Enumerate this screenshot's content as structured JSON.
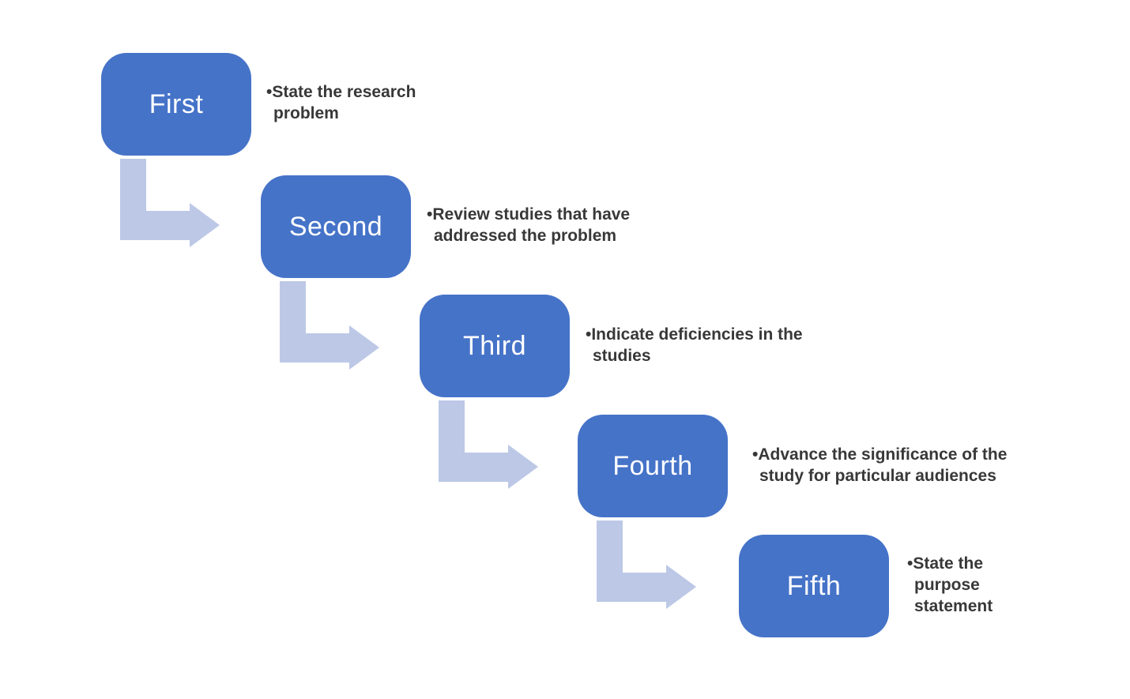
{
  "diagram": {
    "type": "staircase-process",
    "colors": {
      "box_fill": "#4573C8",
      "box_text": "#FFFFFF",
      "arrow_fill": "#BCC8E6",
      "note_text": "#383838",
      "background": "#FFFFFF"
    },
    "steps": [
      {
        "label": "First",
        "note": "•State the research\nproblem"
      },
      {
        "label": "Second",
        "note": "•Review studies that have\naddressed the problem"
      },
      {
        "label": "Third",
        "note": "•Indicate deficiencies in the\nstudies"
      },
      {
        "label": "Fourth",
        "note": "•Advance the significance of the\nstudy for particular audiences"
      },
      {
        "label": "Fifth",
        "note": "•State the\npurpose\nstatement"
      }
    ]
  }
}
